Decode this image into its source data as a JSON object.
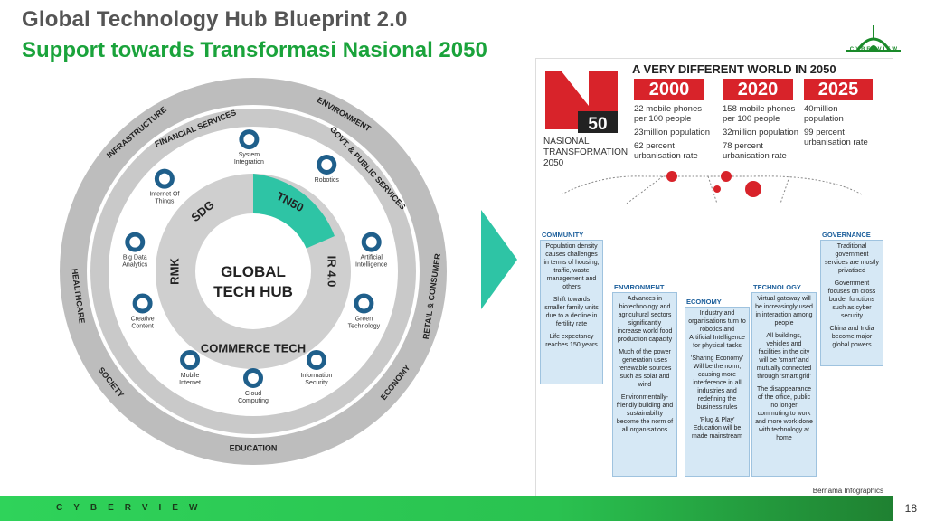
{
  "header": {
    "title": "Global Technology Hub Blueprint 2.0",
    "subtitle": "Support towards Transformasi Nasional 2050"
  },
  "brand": {
    "logo_text": "CYBERVIEW",
    "footer_text": "CYBERVIEW",
    "page_number": "18"
  },
  "colors": {
    "accent": "#1aa33b",
    "teal": "#2ec4a5",
    "ring": "#bdbdbd",
    "red": "#d8232a"
  },
  "ring": {
    "center": [
      "GLOBAL",
      "TECH HUB"
    ],
    "inner_segments": [
      "SDG",
      "TN50",
      "IR 4.0",
      "COMMERCE TECH",
      "RMK"
    ],
    "technologies": [
      {
        "label": "Internet Of Things",
        "icon": "usb-icon"
      },
      {
        "label": "System Integration",
        "icon": "puzzle-icon"
      },
      {
        "label": "Robotics",
        "icon": "robot-icon"
      },
      {
        "label": "Big Data Analytics",
        "icon": "cubes-icon"
      },
      {
        "label": "Artificial Intelligence",
        "icon": "brain-icon"
      },
      {
        "label": "Creative Content",
        "icon": "creative-brain-icon"
      },
      {
        "label": "Green Technology",
        "icon": "bolt-icon"
      },
      {
        "label": "Mobile Internet",
        "icon": "phone-icon"
      },
      {
        "label": "Cloud Computing",
        "icon": "cloud-icon"
      },
      {
        "label": "Information Security",
        "icon": "lock-icon"
      }
    ],
    "outer_sectors": [
      "INFRASTRUCTURE",
      "FINANCIAL SERVICES",
      "ENVIRONMENT",
      "GOVT. & PUBLIC SERVICES",
      "RETAIL & CONSUMER",
      "ECONOMY",
      "EDUCATION",
      "SOCIETY",
      "HEALTHCARE"
    ]
  },
  "infographic": {
    "heading": "A VERY DIFFERENT WORLD IN 2050",
    "logo_number": "50",
    "nasional": [
      "NASIONAL",
      "TRANSFORMATION",
      "2050"
    ],
    "years": [
      {
        "year": "2000",
        "stats": [
          "22 mobile phones",
          "per 100 people",
          "23million population",
          "62 percent",
          "urbanisation rate"
        ]
      },
      {
        "year": "2020",
        "stats": [
          "158 mobile phones",
          "per 100 people",
          "32million population",
          "78 percent",
          "urbanisation rate"
        ]
      },
      {
        "year": "2025",
        "stats": [
          "40million",
          "population",
          "99 percent",
          "urbanisation rate"
        ]
      }
    ],
    "columns": [
      {
        "label": "COMMUNITY",
        "paras": [
          "Population density causes challenges in terms of housing, traffic, waste management and others",
          "Shift towards smaller family units due to a decline in fertility rate",
          "Life expectancy reaches 150 years"
        ]
      },
      {
        "label": "ENVIRONMENT",
        "paras": [
          "Advances in biotechnology and agricultural sectors significantly increase world food production capacity",
          "Much of the power generation uses renewable sources such as solar and wind",
          "Environmentally-friendly building and sustainability become the norm of all organisations"
        ]
      },
      {
        "label": "ECONOMY",
        "paras": [
          "Industry and organisations turn to robotics and Artificial Intelligence for physical tasks",
          "'Sharing Economy' Will be the norm, causing more interference in all industries and redefining the business rules",
          "'Plug & Play' Education will be made mainstream"
        ]
      },
      {
        "label": "TECHNOLOGY",
        "paras": [
          "Virtual gateway will be increasingly used in interaction among people",
          "All buildings, vehicles and facilities in the city will be 'smart' and mutually connected through 'smart grid'",
          "The disappearance of the office, public no longer commuting to work and more work done with technology at home"
        ]
      },
      {
        "label": "GOVERNANCE",
        "paras": [
          "Traditional government services are mostly privatised",
          "Government focuses on cross border functions such as cyber security",
          "China and India become major global powers"
        ]
      }
    ],
    "credit": "Bernama Infographics"
  }
}
